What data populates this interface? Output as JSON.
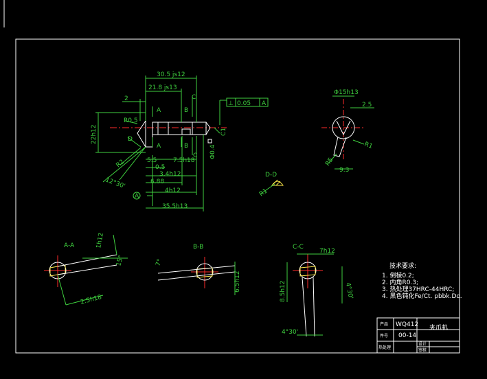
{
  "title_block": {
    "product_label": "产品",
    "product_code": "WQ412",
    "part_label": "件号",
    "part_no": "00-14",
    "drawing_name": "夹爪机",
    "row3_label": "热处理",
    "design_label": "设计",
    "review_label": "审核"
  },
  "requirements": {
    "heading": "技术要求:",
    "items": [
      "1. 倒棱0.2;",
      "2. 内角R0.3;",
      "3. 热处理37HRC-44HRC;",
      "4. 黑色钝化Fe/Ct. pbbk.Do."
    ]
  },
  "views": {
    "aa": "A-A",
    "bb": "B-B",
    "cc": "C-C",
    "dd": "D-D"
  },
  "dims": {
    "d30_5": "30.5 js12",
    "d21_8": "21.8 js13",
    "d2": "2",
    "tol_flat": "0.05",
    "tol_ref": "A",
    "d22": "22h12",
    "r0_5": "R0.5",
    "d_mark": "D",
    "r2": "R2",
    "a12_30": "12°30'",
    "d5_5": "5.5",
    "d0_5": "0.5",
    "d7_5": "7.5h18",
    "d3_4": "3.4h12",
    "d6_88": "6.88",
    "d4h12": "4h12",
    "d35_5": "35.5h13",
    "datum": "A",
    "c1": "C1",
    "phi0_4": "Φ0.4",
    "phi15": "Φ15h13",
    "d2_5": "2.5",
    "r1_a": "R1",
    "r5": "R5",
    "d9_3": "9.3",
    "r1_b": "R1",
    "aa_1h12": "1h12",
    "aa_15": "15°",
    "aa_2_5": "2.5h18",
    "bb_7": "7°",
    "bb_6_5": "6.5h12",
    "cc_7h12": "7h12",
    "cc_8_5": "8.5h12",
    "cc_4_30a": "4°30'",
    "cc_4_30b": "4°30'",
    "sec_a": "A",
    "sec_b": "B",
    "sec_c": "C"
  },
  "colors": {
    "background": "#000000",
    "dimension": "#3fd13f",
    "outline": "#ffffff",
    "centerline": "#ff2a2a",
    "hatch": "#ffe94a"
  }
}
